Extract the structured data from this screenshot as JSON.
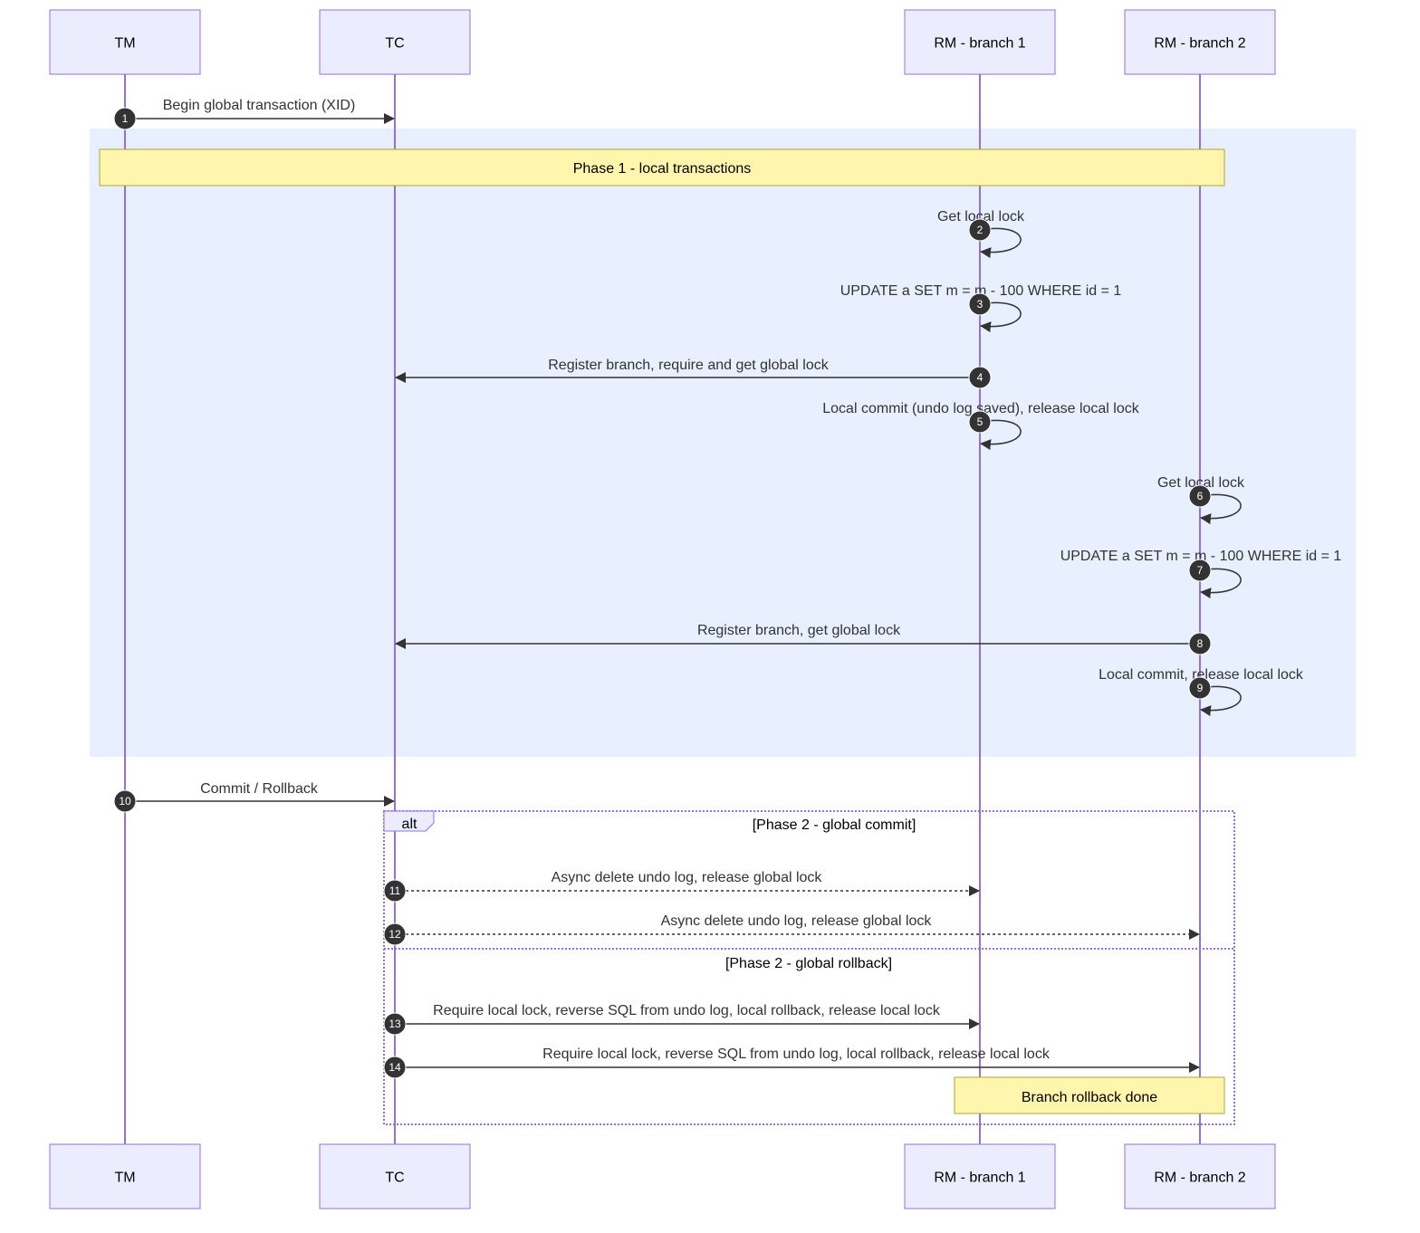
{
  "participants": [
    "TM",
    "TC",
    "RM - branch 1",
    "RM - branch 2"
  ],
  "notes": {
    "phase1": "Phase 1 - local transactions",
    "rollback_done": "Branch rollback done"
  },
  "messages": [
    {
      "id": 1,
      "from": "TM",
      "to": "TC",
      "text": "Begin global transaction (XID)",
      "style": "solid"
    },
    {
      "id": 2,
      "from": "RM - branch 1",
      "to": "RM - branch 1",
      "text": "Get local lock",
      "style": "solid"
    },
    {
      "id": 3,
      "from": "RM - branch 1",
      "to": "RM - branch 1",
      "text": "UPDATE a SET m = m - 100 WHERE id = 1",
      "style": "solid"
    },
    {
      "id": 4,
      "from": "RM - branch 1",
      "to": "TC",
      "text": "Register branch, require and get global lock",
      "style": "solid"
    },
    {
      "id": 5,
      "from": "RM - branch 1",
      "to": "RM - branch 1",
      "text": "Local commit (undo log saved), release local lock",
      "style": "solid"
    },
    {
      "id": 6,
      "from": "RM - branch 2",
      "to": "RM - branch 2",
      "text": "Get local lock",
      "style": "solid"
    },
    {
      "id": 7,
      "from": "RM - branch 2",
      "to": "RM - branch 2",
      "text": "UPDATE a SET m = m - 100 WHERE id = 1",
      "style": "solid"
    },
    {
      "id": 8,
      "from": "RM - branch 2",
      "to": "TC",
      "text": "Register branch, get global lock",
      "style": "solid"
    },
    {
      "id": 9,
      "from": "RM - branch 2",
      "to": "RM - branch 2",
      "text": "Local commit, release local lock",
      "style": "solid"
    },
    {
      "id": 10,
      "from": "TM",
      "to": "TC",
      "text": "Commit / Rollback",
      "style": "solid"
    },
    {
      "id": 11,
      "from": "TC",
      "to": "RM - branch 1",
      "text": "Async delete undo log, release global lock",
      "style": "dotted"
    },
    {
      "id": 12,
      "from": "TC",
      "to": "RM - branch 2",
      "text": "Async delete undo log, release global lock",
      "style": "dotted"
    },
    {
      "id": 13,
      "from": "TC",
      "to": "RM - branch 1",
      "text": "Require local lock, reverse SQL from undo log, local rollback, release local lock",
      "style": "solid"
    },
    {
      "id": 14,
      "from": "TC",
      "to": "RM - branch 2",
      "text": "Require local lock, reverse SQL from undo log, local rollback, release local lock",
      "style": "solid"
    }
  ],
  "alt_block": {
    "label": "alt",
    "sections": [
      "[Phase 2 - global commit]",
      "[Phase 2 - global rollback]"
    ]
  }
}
